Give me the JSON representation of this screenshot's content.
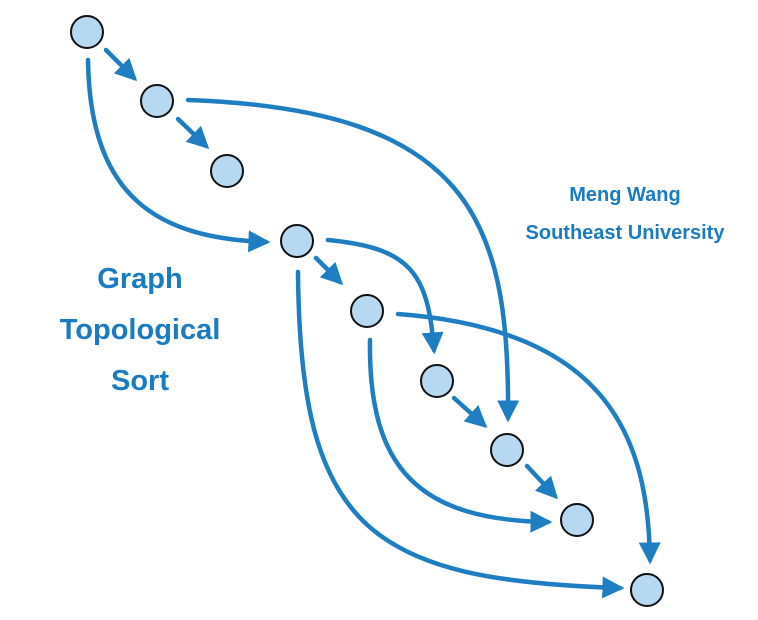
{
  "title_lines": [
    "Graph",
    "Topological",
    "Sort"
  ],
  "credit": {
    "author": "Meng Wang",
    "affiliation": "Southeast University"
  },
  "colors": {
    "node_fill": "#b6d8f1",
    "node_stroke": "#111111",
    "edge": "#1f7ec2",
    "text": "#1a7bc0",
    "background": "#ffffff"
  }
}
